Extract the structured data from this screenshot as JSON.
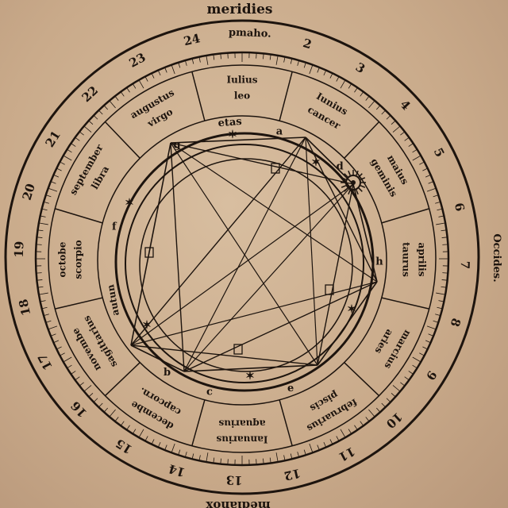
{
  "cardinal": {
    "top": "meridies",
    "right": "Occides.",
    "bottom": "medianox"
  },
  "hours": [
    "pmaho.",
    "2",
    "3",
    "4",
    "5",
    "6",
    "7",
    "8",
    "9",
    "10",
    "11",
    "12",
    "13",
    "14",
    "15",
    "16",
    "17",
    "18",
    "19",
    "20",
    "21",
    "22",
    "23",
    "24"
  ],
  "months": [
    {
      "month": "Iulius",
      "sign": "leo"
    },
    {
      "month": "Iunius",
      "sign": "cancer"
    },
    {
      "month": "maius",
      "sign": "geminis"
    },
    {
      "month": "aprilis",
      "sign": "taurus"
    },
    {
      "month": "marcius",
      "sign": "aries"
    },
    {
      "month": "februarius",
      "sign": "piscis"
    },
    {
      "month": "Ianuarius",
      "sign": "aquarius"
    },
    {
      "month": "decembe",
      "sign": "capcorn."
    },
    {
      "month": "novembe",
      "sign": "sagittarius"
    },
    {
      "month": "octobe",
      "sign": "scorpio"
    },
    {
      "month": "september",
      "sign": "libra"
    },
    {
      "month": "augustus",
      "sign": "virgo"
    }
  ],
  "seasons": [
    "etas",
    "autun"
  ],
  "ring_letters": [
    "g",
    "a",
    "d",
    "h",
    "b",
    "e",
    "c",
    "f"
  ],
  "colors": {
    "ink": "#1d140e",
    "paper": "#c9aa8a"
  }
}
